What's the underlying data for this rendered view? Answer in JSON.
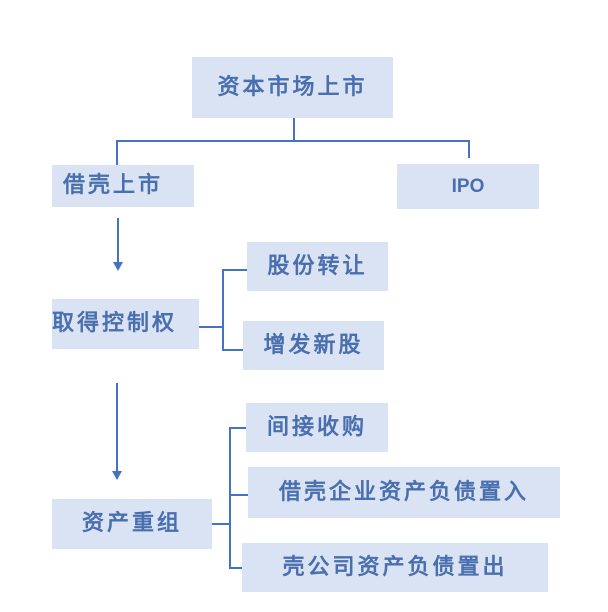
{
  "diagram": {
    "root": {
      "label": "资本市场上市"
    },
    "branches": {
      "backdoor_listing": {
        "label": "借壳上市"
      },
      "ipo": {
        "label": "IPO"
      }
    },
    "steps": {
      "gain_control": {
        "label": "取得控制权",
        "methods": [
          "股份转让",
          "增发新股"
        ]
      },
      "asset_restructuring": {
        "label": "资产重组",
        "methods": [
          "间接收购",
          "借壳企业资产负债置入",
          "壳公司资产负债置出"
        ]
      }
    }
  },
  "colors": {
    "box_fill": "#dae3f3",
    "text": "#4a6fae",
    "line": "#4472c4",
    "background": "#ffffff"
  }
}
